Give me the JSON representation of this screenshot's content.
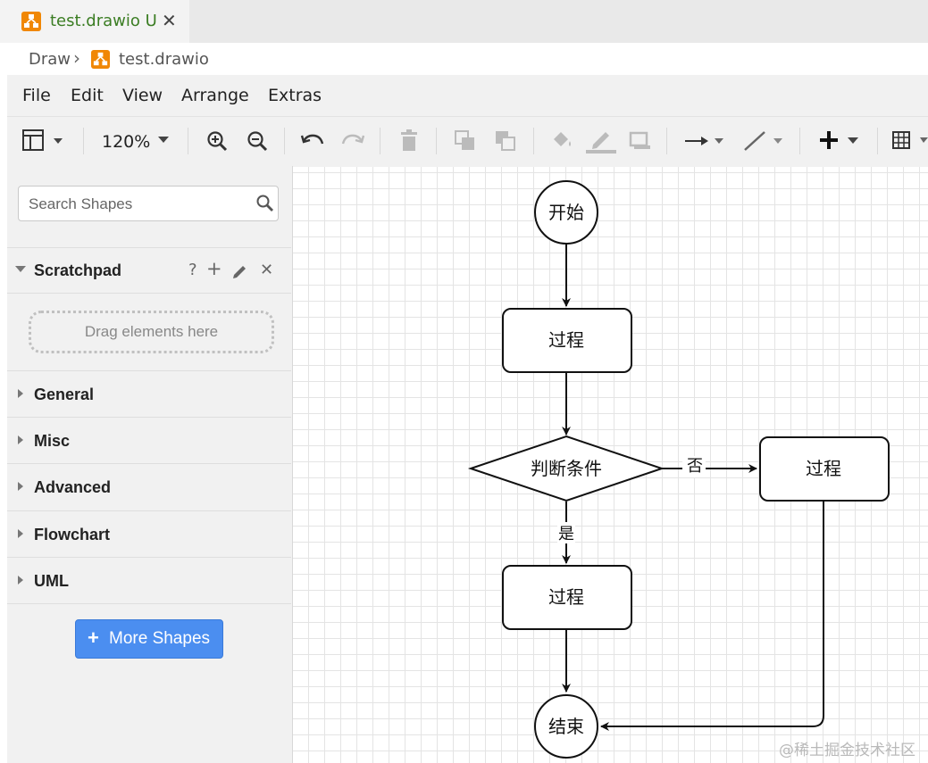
{
  "tab": {
    "title": "test.drawio",
    "modified_flag": "U",
    "close_glyph": "✕"
  },
  "breadcrumb": {
    "root": "Draw",
    "separator": "›",
    "file": "test.drawio"
  },
  "menu": [
    "File",
    "Edit",
    "View",
    "Arrange",
    "Extras"
  ],
  "toolbar": {
    "zoom": "120%"
  },
  "sidebar": {
    "search_placeholder": "Search Shapes",
    "scratchpad": {
      "title": "Scratchpad",
      "help": "?",
      "add": "+",
      "close": "✕",
      "dropzone": "Drag elements here"
    },
    "sections": [
      "General",
      "Misc",
      "Advanced",
      "Flowchart",
      "UML"
    ],
    "more_shapes": {
      "plus": "+",
      "label": "More Shapes"
    }
  },
  "diagram": {
    "start": "开始",
    "process1": "过程",
    "decision": "判断条件",
    "process_yes": "过程",
    "process_no": "过程",
    "end": "结束",
    "edge_yes": "是",
    "edge_no": "否"
  },
  "watermark": "@稀土掘金技术社区",
  "colors": {
    "tab_title": "#3b7d23",
    "button_blue": "#4b8ef0",
    "drawio_orange": "#f08705"
  }
}
